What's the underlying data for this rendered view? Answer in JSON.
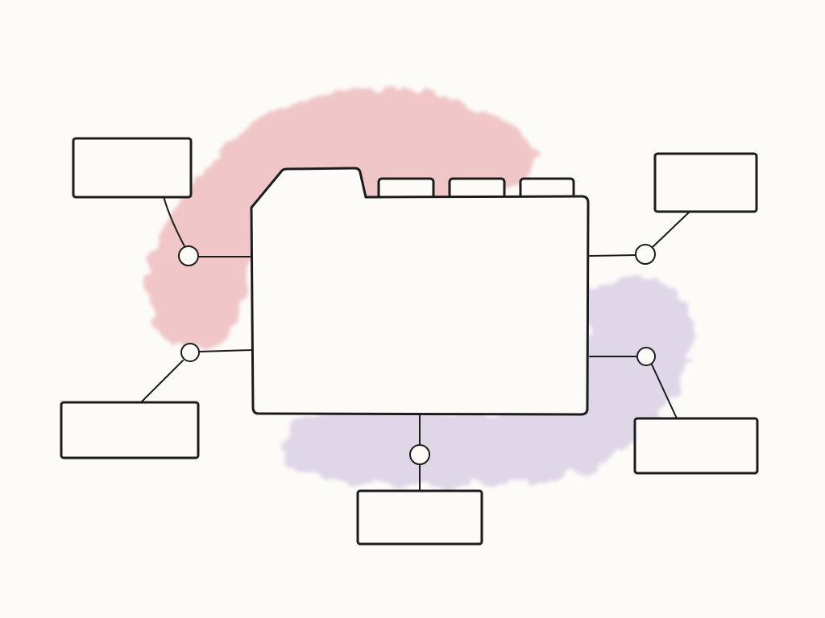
{
  "diagram": {
    "type": "folder-mind-map",
    "central_label": "",
    "tab_labels": [
      "",
      "",
      ""
    ],
    "nodes": [
      {
        "id": "top-left",
        "label": ""
      },
      {
        "id": "bottom-left",
        "label": ""
      },
      {
        "id": "bottom-center",
        "label": ""
      },
      {
        "id": "bottom-right",
        "label": ""
      },
      {
        "id": "top-right",
        "label": ""
      }
    ]
  },
  "colors": {
    "background": "#fcfbf8",
    "ink": "#1c1c1c",
    "pink_wash": "#e8a7ab",
    "lavender_wash": "#c6b8d9"
  },
  "icons": [
    "folder-icon"
  ]
}
